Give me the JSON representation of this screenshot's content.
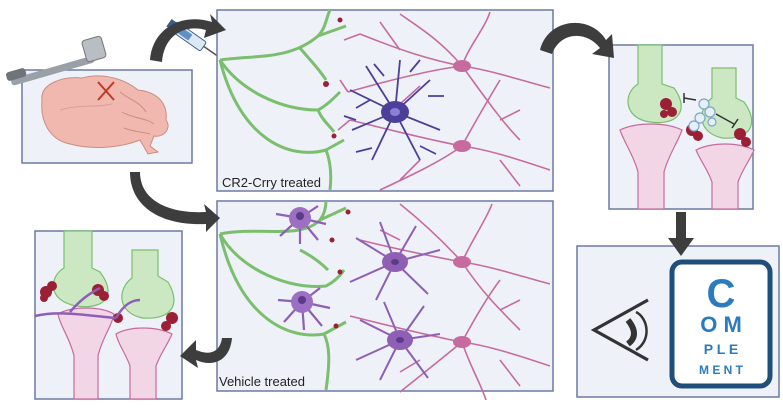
{
  "labels": {
    "treated": "CR2-Crry treated",
    "vehicle": "Vehicle treated"
  },
  "eye_chart": {
    "row1": "C",
    "row2": "O M",
    "row3": "P L E",
    "row4": "M E N T"
  },
  "colors": {
    "panel_bg": "#eef1f8",
    "panel_border": "#6c7aa6",
    "axon_green": "#7bbf6e",
    "dendrite_pink": "#c76b9f",
    "astrocyte_blue": "#4b3f9a",
    "microglia_purple": "#8e5fb5",
    "complement_red": "#9b2036",
    "synapse_green": "#cbe8c2",
    "synapse_pink": "#f2d6e6",
    "arrow": "#4a4a4a",
    "chart_blue": "#2b7bbf"
  },
  "icons": [
    "hammer-icon",
    "brain-icon",
    "syringe-icon",
    "eye-icon",
    "eye-chart-icon"
  ]
}
